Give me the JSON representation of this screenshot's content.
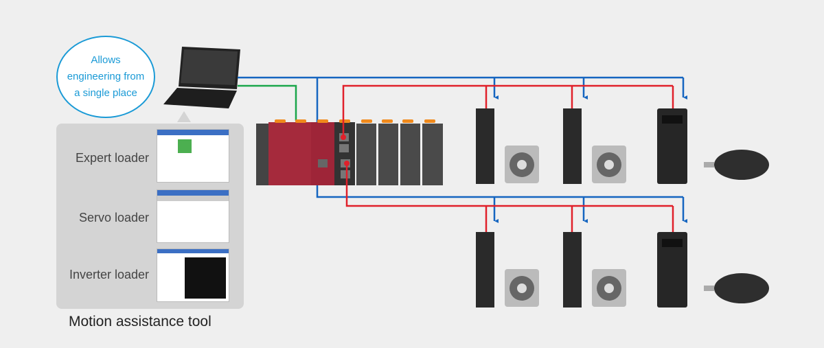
{
  "bubble": {
    "line1": "Allows",
    "line2": "engineering from",
    "line3": "a single place"
  },
  "tools": [
    {
      "label": "Expert loader"
    },
    {
      "label": "Servo loader"
    },
    {
      "label": "Inverter loader"
    }
  ],
  "caption": "Motion assistance tool",
  "colors": {
    "ethernet": "#1565c0",
    "motion_network": "#e0202a",
    "loader_link": "#1aa64a",
    "bubble": "#1a9ad6"
  }
}
